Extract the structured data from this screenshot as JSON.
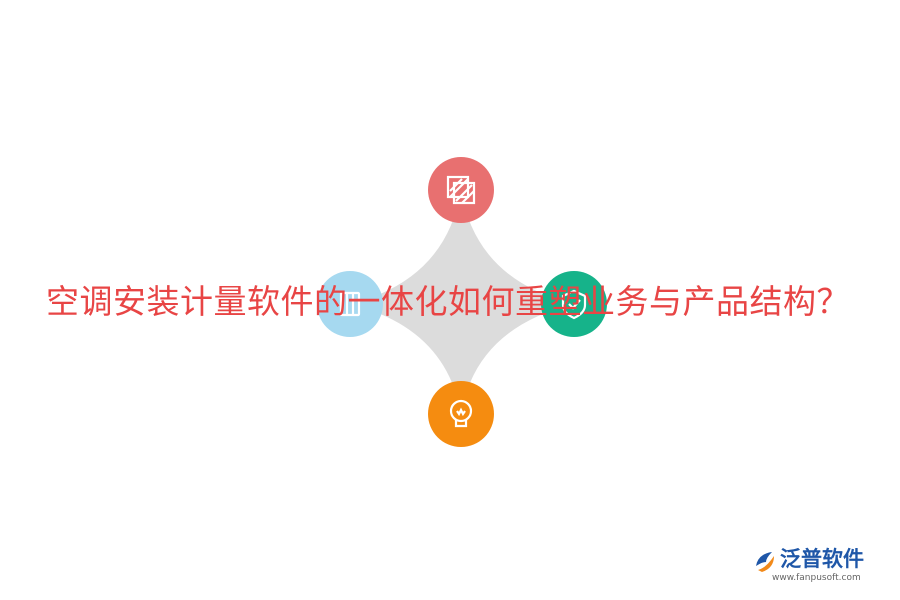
{
  "diagram": {
    "title": "空调安装计量软件的一体化如何重塑业务与产品结构？",
    "nodes": [
      {
        "position": "top",
        "icon": "document-stack-icon",
        "color": "#e87070"
      },
      {
        "position": "left",
        "icon": "book-icon",
        "color": "#a6d9f0"
      },
      {
        "position": "right",
        "icon": "shield-icon",
        "color": "#16b38a"
      },
      {
        "position": "bottom",
        "icon": "lightbulb-icon",
        "color": "#f58c10"
      }
    ],
    "connector_color": "#dcdcdc"
  },
  "logo": {
    "name": "泛普软件",
    "url": "www.fanpusoft.com",
    "color": "#1f57a8"
  }
}
